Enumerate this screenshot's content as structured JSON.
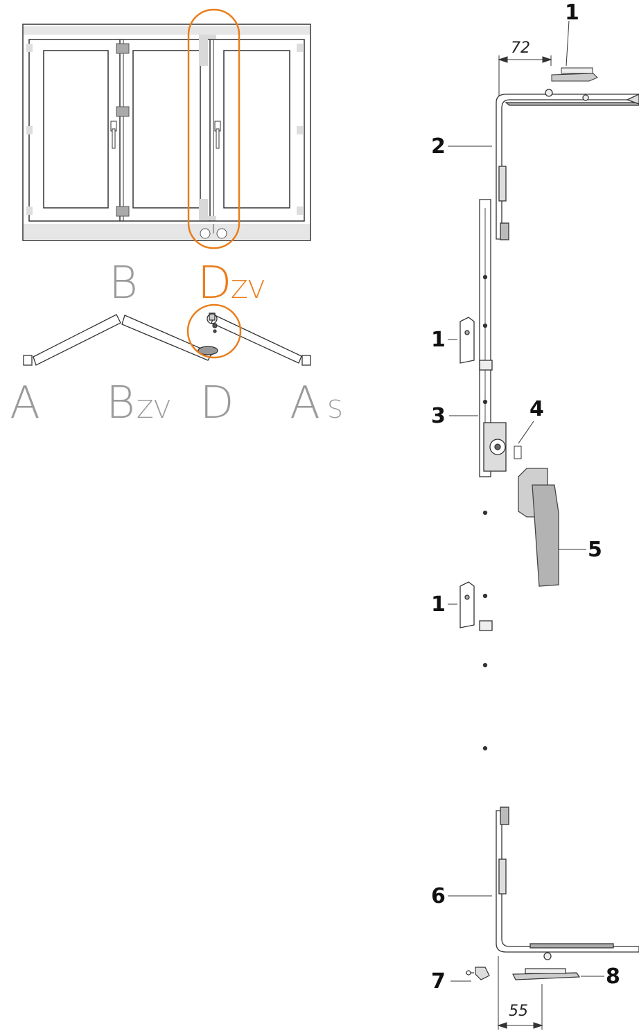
{
  "colors": {
    "accent": "#ea7d1a",
    "grey_letter": "#9b9b9b",
    "frame_line": "#333333",
    "hardware_grey": "#b3b3b3"
  },
  "labels": {
    "top_B": "B",
    "top_D": "D",
    "top_D_sub": "ZV",
    "bottom_A": "A",
    "bottom_B": "B",
    "bottom_B_sub": "ZV",
    "bottom_D": "D",
    "bottom_A2": "A",
    "bottom_A2_sub": "S"
  },
  "callouts": {
    "c1_top": "1",
    "c2": "2",
    "c1_mid": "1",
    "c3": "3",
    "c4": "4",
    "c5": "5",
    "c1_low": "1",
    "c6": "6",
    "c7": "7",
    "c8": "8"
  },
  "dimensions": {
    "top": "72",
    "bottom": "55"
  },
  "icons": {
    "highlight": "orange-outline-highlight",
    "handle": "window-handle-icon"
  }
}
